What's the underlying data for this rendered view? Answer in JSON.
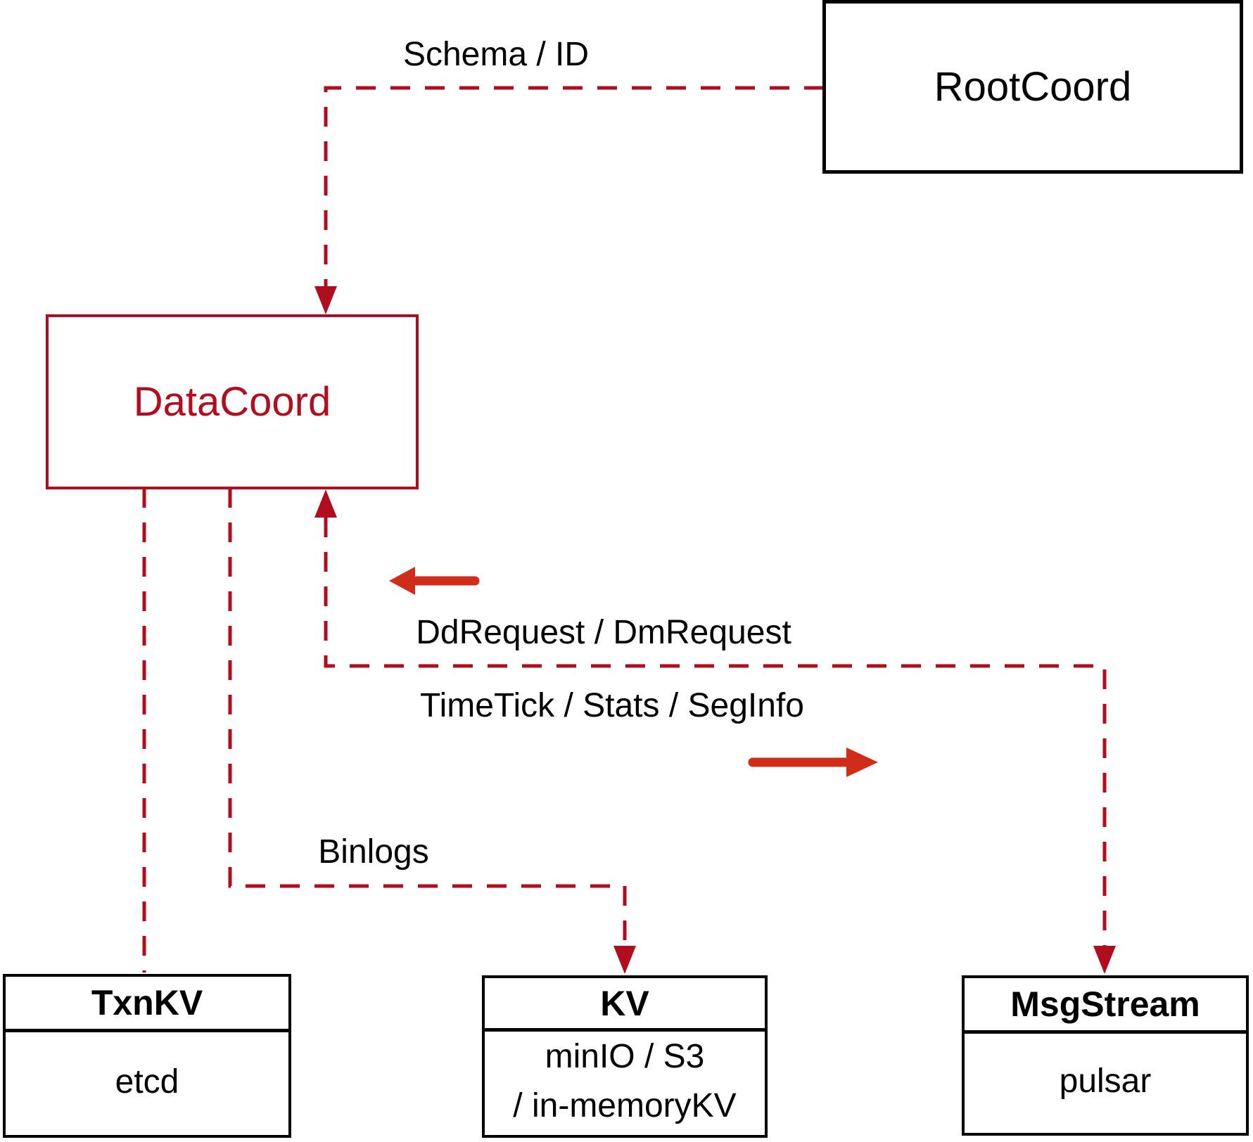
{
  "diagram": {
    "nodes": {
      "rootcoord": {
        "label": "RootCoord"
      },
      "datacoord": {
        "label": "DataCoord"
      },
      "txnkv": {
        "title": "TxnKV",
        "body": "etcd"
      },
      "kv": {
        "title": "KV",
        "body_line1": "minIO / S3",
        "body_line2": "/ in-memoryKV"
      },
      "msgstream": {
        "title": "MsgStream",
        "body": "pulsar"
      }
    },
    "edge_labels": {
      "schema_id": "Schema / ID",
      "dd_dm_request": "DdRequest / DmRequest",
      "timetick_stats_seginfo": "TimeTick / Stats / SegInfo",
      "binlogs": "Binlogs"
    }
  },
  "colors": {
    "edge_red": "#b00d1e",
    "arrow_red": "#cf2d1a",
    "box_black": "#000000",
    "text_black": "#000000",
    "bg": "#ffffff"
  }
}
